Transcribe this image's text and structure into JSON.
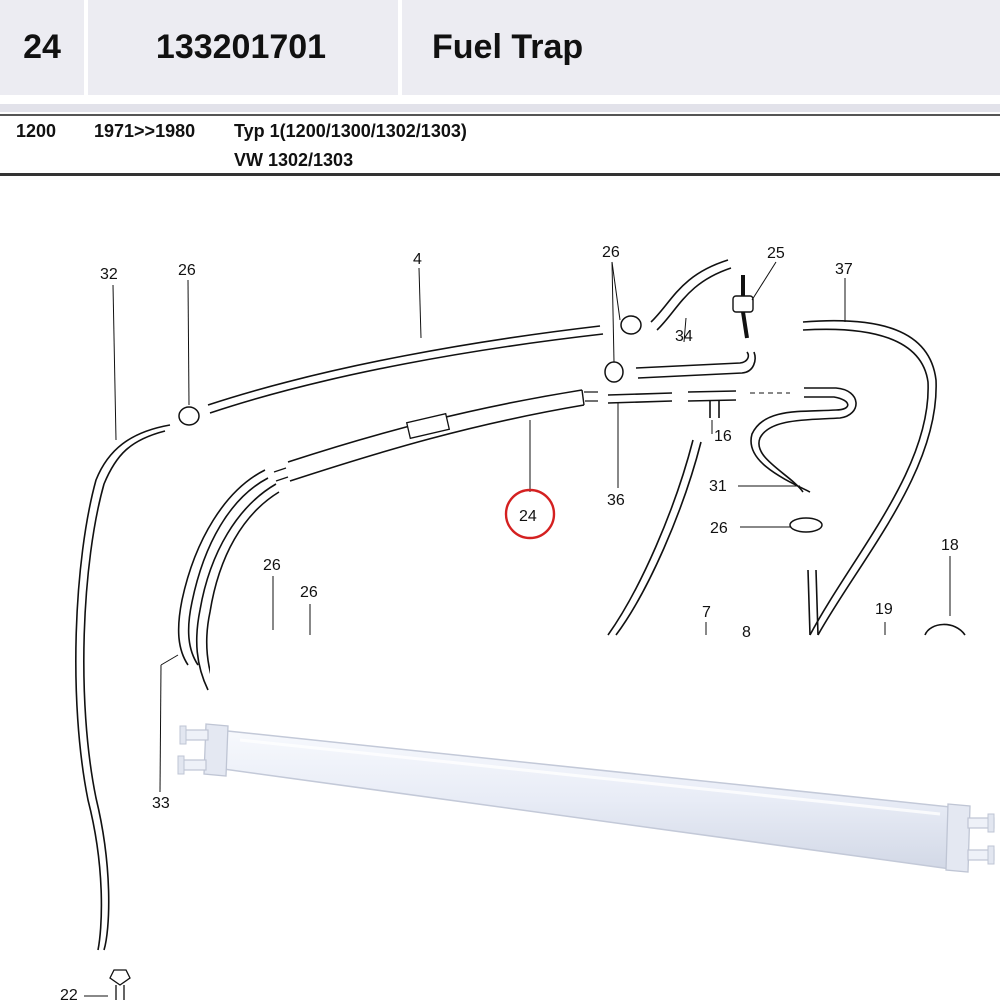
{
  "header": {
    "position": "24",
    "part_number": "133201701",
    "part_name": "Fuel Trap"
  },
  "info": {
    "engine": "1200",
    "years": "1971>>1980",
    "model_line1": "Typ 1(1200/1300/1302/1303)",
    "model_line2": "VW 1302/1303"
  },
  "diagram": {
    "callouts": [
      "32",
      "26",
      "4",
      "26",
      "25",
      "37",
      "34",
      "16",
      "36",
      "31",
      "26",
      "24",
      "18",
      "19",
      "7",
      "8",
      "26",
      "26",
      "33",
      "22"
    ],
    "highlighted_callout": "24",
    "highlight_color": "#d42020"
  },
  "photo": {
    "subject": "white plastic fuel trap",
    "color": "#eef1f8"
  }
}
